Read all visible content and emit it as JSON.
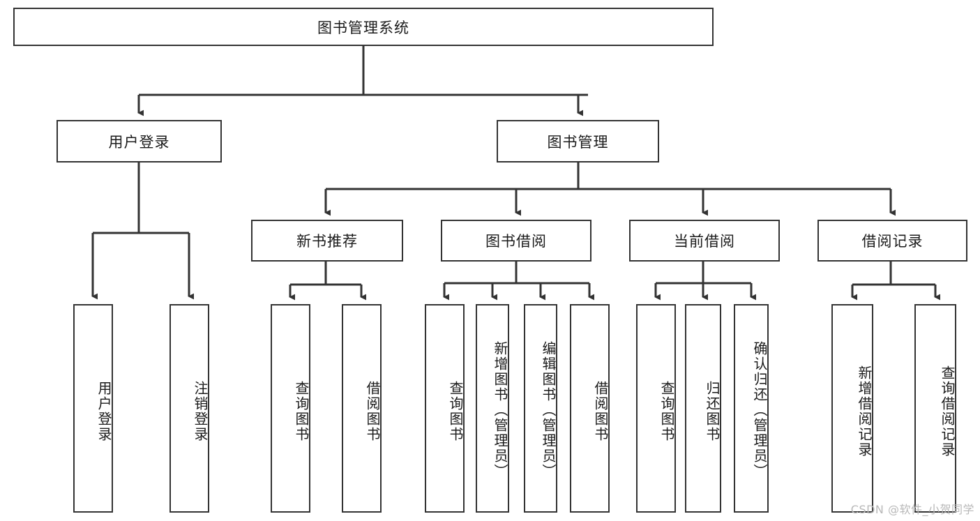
{
  "diagram": {
    "type": "tree-hierarchy",
    "orientation": "top-down",
    "root": {
      "label": "图书管理系统"
    },
    "level2": [
      {
        "label": "用户登录"
      },
      {
        "label": "图书管理"
      }
    ],
    "level3": [
      {
        "label": "新书推荐"
      },
      {
        "label": "图书借阅"
      },
      {
        "label": "当前借阅"
      },
      {
        "label": "借阅记录"
      }
    ],
    "leaves": {
      "user_login": [
        {
          "label": "用户登录"
        },
        {
          "label": "注销登录"
        }
      ],
      "new_book_recommend": [
        {
          "label": "查询图书"
        },
        {
          "label": "借阅图书"
        }
      ],
      "book_borrow": [
        {
          "label": "查询图书"
        },
        {
          "label": "新增图书（管理员）"
        },
        {
          "label": "编辑图书（管理员）"
        },
        {
          "label": "借阅图书"
        }
      ],
      "current_borrow": [
        {
          "label": "查询图书"
        },
        {
          "label": "归还图书"
        },
        {
          "label": "确认归还（管理员）"
        }
      ],
      "borrow_record": [
        {
          "label": "新增借阅记录"
        },
        {
          "label": "查询借阅记录"
        }
      ]
    }
  },
  "watermark": {
    "text": "CSDN @软件_小贺同学"
  },
  "colors": {
    "border": "#333333",
    "background": "#ffffff",
    "text": "#1a1a1a",
    "connector": "#333333",
    "watermark": "#b8b8b8"
  }
}
